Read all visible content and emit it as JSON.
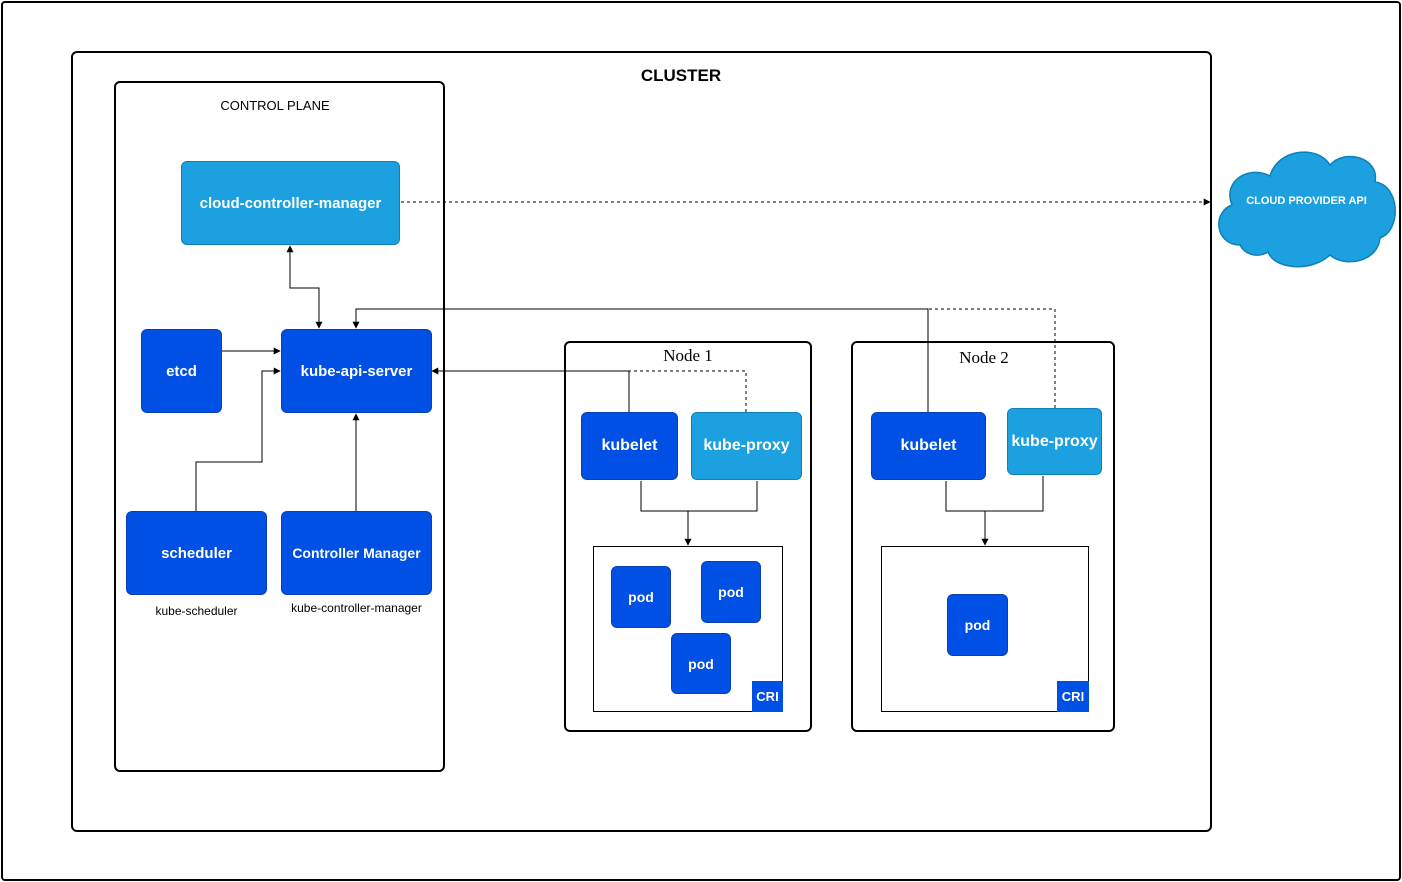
{
  "cluster": {
    "title": "CLUSTER"
  },
  "control_plane": {
    "title": "CONTROL PLANE",
    "cloud_controller_manager": "cloud-controller-manager",
    "etcd": "etcd",
    "kube_api_server": "kube-api-server",
    "scheduler": "scheduler",
    "scheduler_caption": "kube-scheduler",
    "controller_manager": "Controller Manager",
    "controller_manager_caption": "kube-controller-manager"
  },
  "nodes": [
    {
      "title": "Node 1",
      "kubelet": "kubelet",
      "kube_proxy": "kube-proxy",
      "pods": [
        "pod",
        "pod",
        "pod"
      ],
      "runtime": "CRI"
    },
    {
      "title": "Node 2",
      "kubelet": "kubelet",
      "kube_proxy": "kube-proxy",
      "pods": [
        "pod"
      ],
      "runtime": "CRI"
    }
  ],
  "cloud_provider": {
    "label": "CLOUD PROVIDER API"
  },
  "colors": {
    "dark_blue": "#0050e6",
    "light_blue": "#1ca0e0",
    "border": "#000000"
  }
}
